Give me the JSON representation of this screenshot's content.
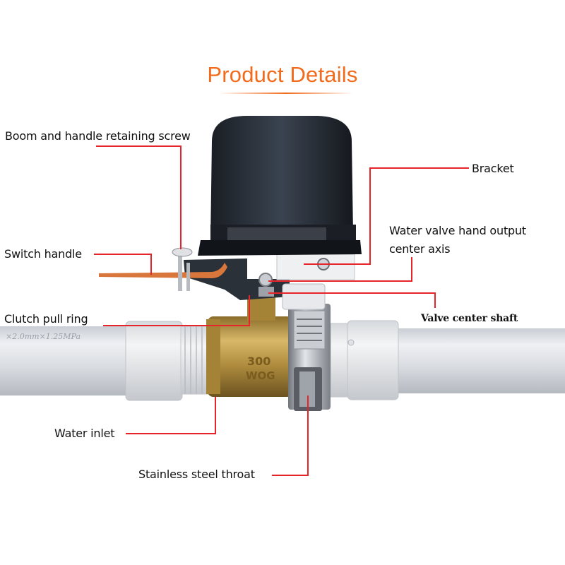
{
  "header": {
    "title": "Product Details",
    "accent_color": "#f26a1b"
  },
  "callout_color": "#e8242b",
  "labels": {
    "boom_screw": "Boom and handle retaining screw",
    "bracket": "Bracket",
    "switch_handle": "Switch handle",
    "output_axis_line1": "Water valve hand output",
    "output_axis_line2": "center axis",
    "clutch_ring": "Clutch pull ring",
    "center_shaft": "Valve center shaft",
    "water_inlet": "Water inlet",
    "steel_throat": "Stainless steel throat"
  },
  "product_markings": {
    "pipe_print": "×2.0mm×1.25MPa",
    "valve_line1": "300",
    "valve_line2": "WOG"
  }
}
